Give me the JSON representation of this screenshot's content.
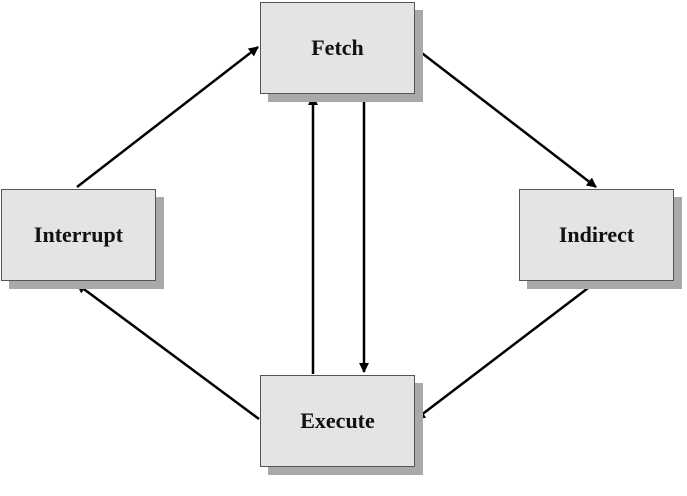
{
  "diagram": {
    "nodes": {
      "fetch": "Fetch",
      "indirect": "Indirect",
      "interrupt": "Interrupt",
      "execute": "Execute"
    },
    "edges": [
      {
        "from": "Fetch",
        "to": "Indirect"
      },
      {
        "from": "Indirect",
        "to": "Execute"
      },
      {
        "from": "Fetch",
        "to": "Execute"
      },
      {
        "from": "Execute",
        "to": "Fetch"
      },
      {
        "from": "Execute",
        "to": "Interrupt"
      },
      {
        "from": "Interrupt",
        "to": "Fetch"
      }
    ],
    "colors": {
      "box_fill": "#e6e3e6",
      "box_shadow": "#a9a9a9",
      "arrow": "#000000"
    }
  }
}
